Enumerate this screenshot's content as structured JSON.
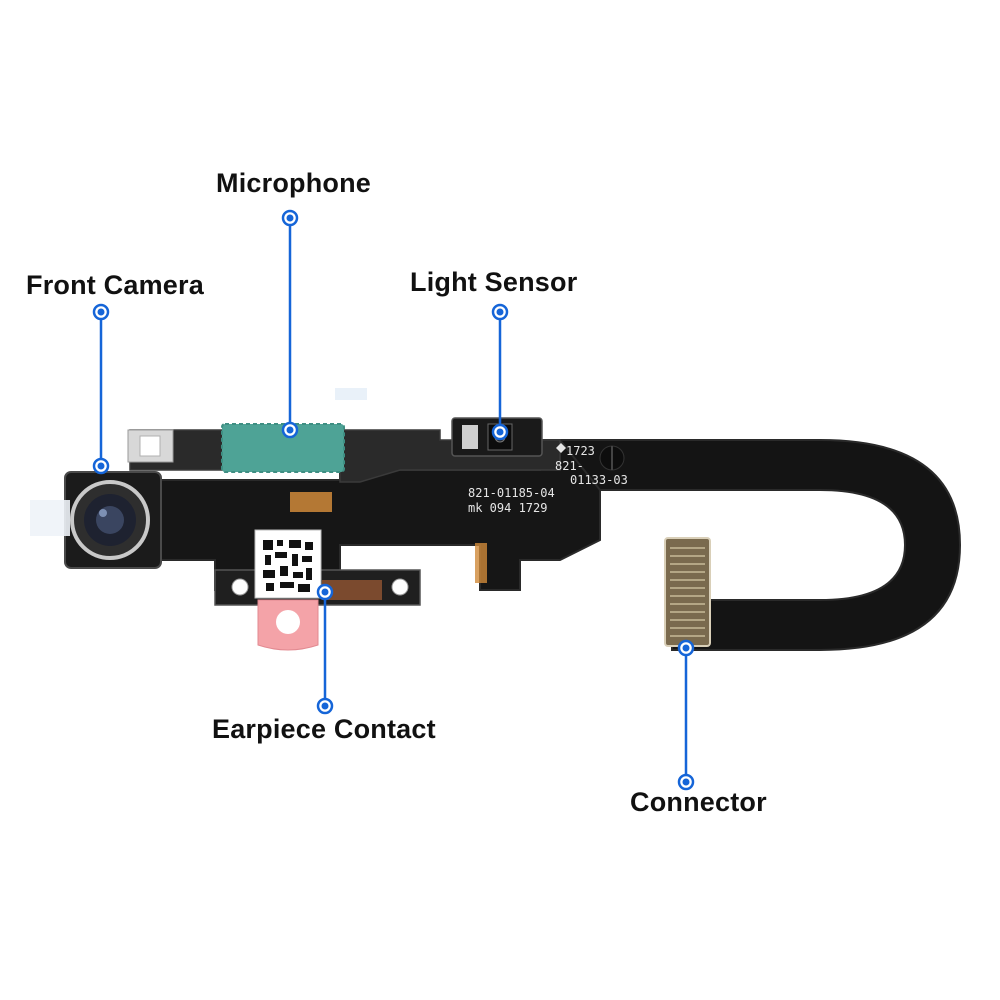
{
  "colors": {
    "accent": "#1565d8",
    "flex_cable": "#141414",
    "microphone_pad": "#4ea396",
    "earpiece_pad": "#f4a3a8"
  },
  "callouts": {
    "microphone": "Microphone",
    "front_camera": "Front Camera",
    "light_sensor": "Light Sensor",
    "earpiece_contact": "Earpiece Contact",
    "connector": "Connector"
  },
  "board_markings": {
    "line1": "821-01185-04",
    "line2": "mk 094 1729",
    "stamp1": "1723",
    "stamp2": "821-",
    "stamp3": "01133-03"
  }
}
